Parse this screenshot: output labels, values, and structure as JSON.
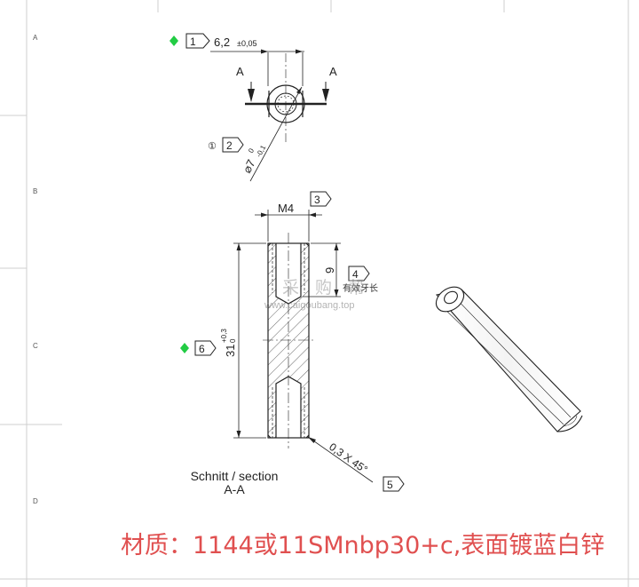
{
  "border": {
    "row_letters": [
      "A",
      "B",
      "C",
      "D"
    ]
  },
  "top_view": {
    "section_arrow_label": "A",
    "dim_width_value": "6,2",
    "dim_width_tol": "±0,05",
    "dim_width_balloon": "1",
    "dim_diam_value": "⌀7",
    "dim_diam_tol_upper": "0",
    "dim_diam_tol_lower": "-0,1",
    "dim_diam_balloon": "2",
    "dim_diam_prefix": "①"
  },
  "section_view": {
    "thread_label": "M4",
    "thread_balloon": "3",
    "thread_depth_value": "9",
    "thread_depth_balloon": "4",
    "thread_depth_note": "有效牙长",
    "length_value": "31",
    "length_tol_upper": "+0,3",
    "length_tol_lower": "0",
    "length_balloon": "6",
    "chamfer_label": "0,3 X 45°",
    "chamfer_balloon": "5",
    "caption_line1": "Schnitt / section",
    "caption_line2": "A-A"
  },
  "watermark": {
    "chars": [
      "采",
      "购",
      "帮"
    ],
    "url": "www.caigoubang.top"
  },
  "material_note": "材质：1144或11SMnbp30+c,表面镀蓝白锌",
  "colors": {
    "line": "#222222",
    "hatch": "#555555",
    "critical_marker": "#22cc44",
    "note": "#e05050",
    "border": "#cccccc"
  }
}
